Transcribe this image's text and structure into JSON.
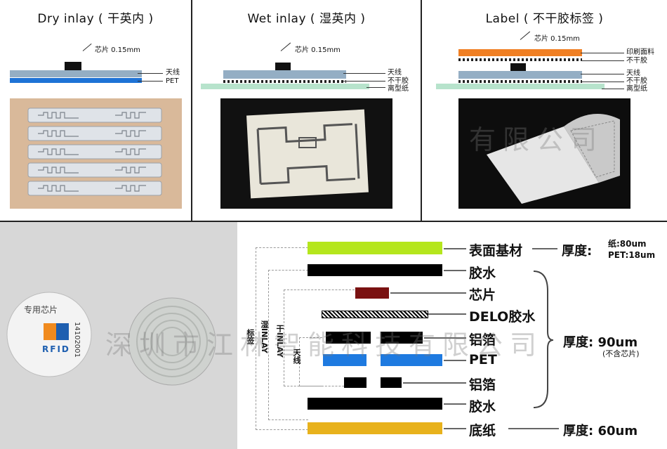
{
  "panels": {
    "dry": {
      "title": "Dry inlay ( 干英内 )",
      "chip_label": "芯片 0.15mm",
      "labels": [
        "天线",
        "PET"
      ]
    },
    "wet": {
      "title": "Wet inlay ( 湿英内 )",
      "chip_label": "芯片 0.15mm",
      "labels": [
        "天线",
        "不干胶",
        "离型纸"
      ]
    },
    "label": {
      "title": "Label ( 不干胶标签 )",
      "chip_label": "芯片 0.15mm",
      "labels": [
        "印刷面料",
        "不干胶",
        "天线",
        "不干胶",
        "离型纸"
      ]
    }
  },
  "tag_photo": {
    "tag_text": "专用芯片",
    "logo_text": "RFID",
    "serial": "14102001"
  },
  "watermark": {
    "line1": "深圳市江林智能科技有限公司",
    "line2": "有限公司"
  },
  "stack": {
    "layers": [
      "表面基材",
      "胶水",
      "芯片",
      "DELO胶水",
      "铝箔",
      "PET",
      "铝箔",
      "胶水",
      "底纸"
    ],
    "bracket_labels": [
      "标签",
      "湿INLAY",
      "干INLAY",
      "天线"
    ],
    "thickness": {
      "top_label": "厚度:",
      "top_values": [
        "纸:80um",
        "PET:18um"
      ],
      "mid": "厚度: 90um",
      "mid_note": "(不含芯片)",
      "bottom": "厚度: 60um"
    }
  },
  "colors": {
    "antenna": "#94aec4",
    "pet": "#1e73d6",
    "release": "#b7e3cc",
    "print": "#f07f23",
    "chip": "#111111",
    "surface": "#b5e61d",
    "glue": "#000000",
    "chip_red": "#7a1111",
    "foil": "#000000",
    "pet_stack": "#1e7ae0",
    "backing": "#e8b21c"
  }
}
